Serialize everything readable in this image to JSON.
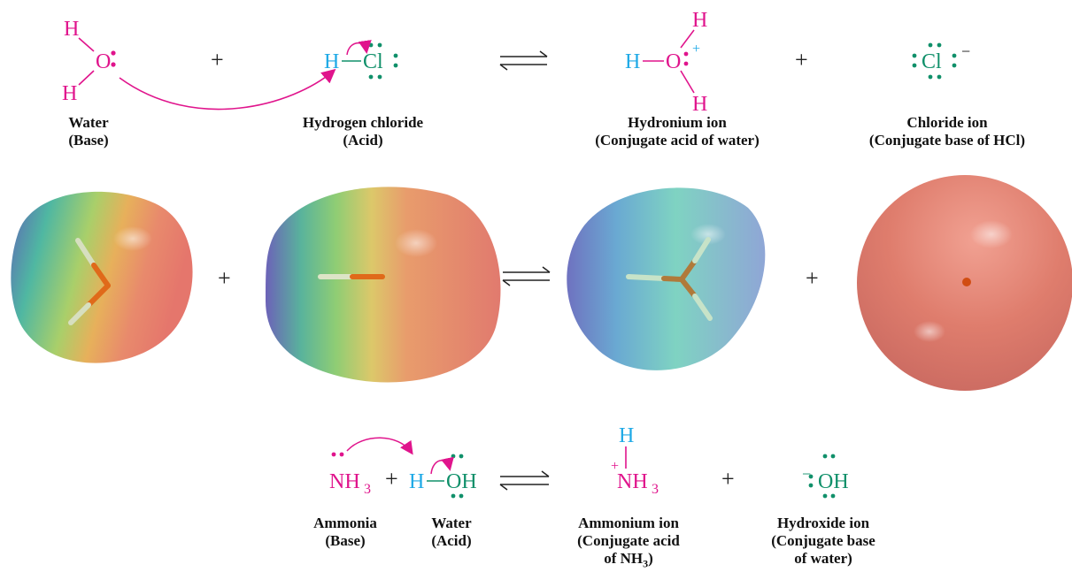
{
  "colors": {
    "base_atom": "#e0148c",
    "hydrogen": "#1ea9e6",
    "chloride": "#10906a",
    "arrow": "#e0148c"
  },
  "reaction1": {
    "water": {
      "o": "O",
      "h1": "H",
      "h2": "H",
      "name": "Water",
      "role": "(Base)"
    },
    "plus1": "+",
    "hcl": {
      "h": "H",
      "cl": "Cl",
      "name": "Hydrogen chloride",
      "role": "(Acid)"
    },
    "hydronium": {
      "h_left": "H",
      "o": "O",
      "h_top": "H",
      "h_bottom": "H",
      "charge": "+",
      "name": "Hydronium ion",
      "role": "(Conjugate acid of water)"
    },
    "plus2": "+",
    "chloride": {
      "cl": "Cl",
      "charge": "−",
      "name": "Chloride ion",
      "role": "(Conjugate base of HCl)"
    }
  },
  "potential_maps": {
    "plus1": "+",
    "plus2": "+",
    "maps": [
      "water-epm",
      "hydrogen-chloride-epm",
      "hydronium-epm",
      "chloride-epm"
    ]
  },
  "reaction2": {
    "ammonia": {
      "n": "NH",
      "sub": "3",
      "name": "Ammonia",
      "role": "(Base)"
    },
    "plus1": "+",
    "water": {
      "h": "H",
      "oh": "OH",
      "name": "Water",
      "role": "(Acid)"
    },
    "ammonium": {
      "h_top": "H",
      "charge": "+",
      "n": "NH",
      "sub": "3",
      "name": "Ammonium ion",
      "role1": "(Conjugate acid",
      "role2_pre": "of NH",
      "role2_sub": "3",
      "role2_post": ")"
    },
    "plus2": "+",
    "hydroxide": {
      "charge": "−",
      "oh": "OH",
      "name": "Hydroxide ion",
      "role1": "(Conjugate base",
      "role2": "of water)"
    }
  }
}
